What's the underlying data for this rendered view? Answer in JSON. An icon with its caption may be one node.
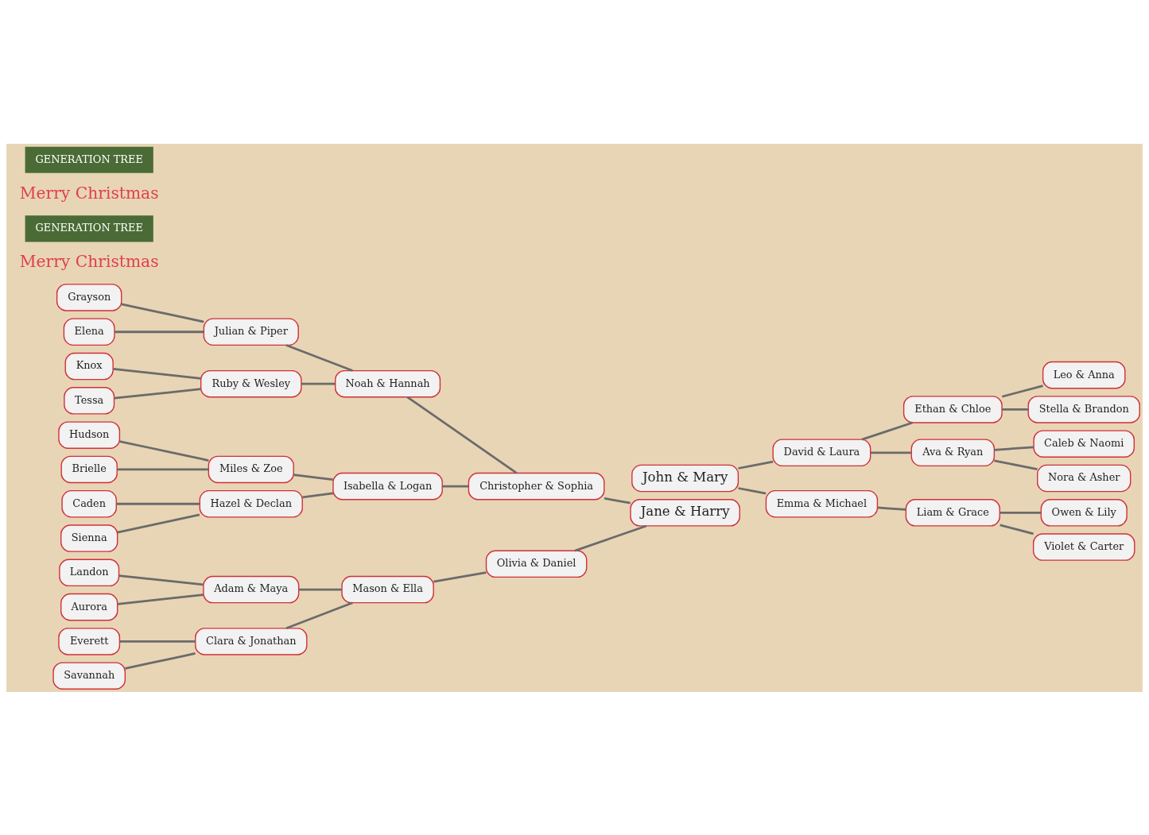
{
  "diagram": {
    "nodes": [
      {
        "text": [
          "Jane & Harry"
        ]
      },
      {
        "text": [
          "Christopher & Sophia"
        ]
      },
      {
        "text": [
          "Noah & Hannah"
        ]
      },
      {
        "text": [
          "Julian & Piper"
        ]
      },
      {
        "text": [
          "Grayson"
        ]
      },
      {
        "text": [
          "Elena"
        ]
      },
      {
        "text": [
          "Ruby & Wesley"
        ]
      },
      {
        "text": [
          "Knox"
        ]
      },
      {
        "text": [
          "Tessa"
        ]
      },
      {
        "text": [
          "Isabella & Logan"
        ]
      },
      {
        "text": [
          "Miles & Zoe"
        ]
      },
      {
        "text": [
          "Hudson"
        ]
      },
      {
        "text": [
          "Brielle"
        ]
      },
      {
        "text": [
          "Hazel & Declan"
        ]
      },
      {
        "text": [
          "Caden"
        ]
      },
      {
        "text": [
          "Sienna"
        ]
      },
      {
        "text": [
          "Olivia & Daniel"
        ]
      },
      {
        "text": [
          "Mason & Ella"
        ]
      },
      {
        "text": [
          "Adam & Maya"
        ]
      },
      {
        "text": [
          "Landon"
        ]
      },
      {
        "text": [
          "Aurora"
        ]
      },
      {
        "text": [
          "Clara & Jonathan"
        ]
      },
      {
        "text": [
          "Everett"
        ]
      },
      {
        "text": [
          "Savannah"
        ]
      },
      {
        "text": [
          "John & Mary"
        ]
      },
      {
        "text": [
          "David & Laura"
        ]
      },
      {
        "text": [
          "Ethan & Chloe"
        ]
      },
      {
        "text": [
          "Leo & Anna"
        ]
      },
      {
        "text": [
          "Stella & Brandon"
        ]
      },
      {
        "text": [
          "Ava & Ryan"
        ]
      },
      {
        "text": [
          "Caleb & Naomi"
        ]
      },
      {
        "text": [
          "Nora & Asher"
        ]
      },
      {
        "text": [
          "Emma & Michael"
        ]
      },
      {
        "text": [
          "Liam & Grace"
        ]
      },
      {
        "text": [
          "Owen & Lily"
        ]
      },
      {
        "text": [
          "Violet & Carter"
        ]
      }
    ],
    "edges": [
      {
        "from": 1,
        "to": 0,
        "arrow": "none"
      },
      {
        "from": 16,
        "to": 0,
        "arrow": "none"
      },
      {
        "from": 2,
        "to": 1,
        "arrow": "none"
      },
      {
        "from": 9,
        "to": 1,
        "arrow": "none"
      },
      {
        "from": 3,
        "to": 2,
        "arrow": "none"
      },
      {
        "from": 6,
        "to": 2,
        "arrow": "none"
      },
      {
        "from": 4,
        "to": 3,
        "arrow": "none"
      },
      {
        "from": 5,
        "to": 3,
        "arrow": "none"
      },
      {
        "from": 7,
        "to": 6,
        "arrow": "none"
      },
      {
        "from": 8,
        "to": 6,
        "arrow": "none"
      },
      {
        "from": 10,
        "to": 9,
        "arrow": "none"
      },
      {
        "from": 13,
        "to": 9,
        "arrow": "none"
      },
      {
        "from": 11,
        "to": 10,
        "arrow": "none"
      },
      {
        "from": 12,
        "to": 10,
        "arrow": "none"
      },
      {
        "from": 14,
        "to": 13,
        "arrow": "none"
      },
      {
        "from": 15,
        "to": 13,
        "arrow": "none"
      },
      {
        "from": 17,
        "to": 16,
        "arrow": "none"
      },
      {
        "from": 18,
        "to": 17,
        "arrow": "none"
      },
      {
        "from": 21,
        "to": 17,
        "arrow": "none"
      },
      {
        "from": 19,
        "to": 18,
        "arrow": "none"
      },
      {
        "from": 20,
        "to": 18,
        "arrow": "none"
      },
      {
        "from": 22,
        "to": 21,
        "arrow": "none"
      },
      {
        "from": 23,
        "to": 21,
        "arrow": "none"
      },
      {
        "from": 24,
        "to": 25,
        "arrow": "none"
      },
      {
        "from": 24,
        "to": 32,
        "arrow": "none"
      },
      {
        "from": 25,
        "to": 26,
        "arrow": "none"
      },
      {
        "from": 25,
        "to": 29,
        "arrow": "none"
      },
      {
        "from": 26,
        "to": 27,
        "arrow": "none"
      },
      {
        "from": 26,
        "to": 28,
        "arrow": "none"
      },
      {
        "from": 29,
        "to": 30,
        "arrow": "none"
      },
      {
        "from": 29,
        "to": 31,
        "arrow": "none"
      },
      {
        "from": 32,
        "to": 33,
        "arrow": "none"
      },
      {
        "from": 33,
        "to": 34,
        "arrow": "none"
      },
      {
        "from": 33,
        "to": 35,
        "arrow": "none"
      }
    ],
    "labels": [
      "Merry Christmas",
      "GENERATION TREE",
      "Merry Christmas",
      "GENERATION TREE"
    ]
  }
}
